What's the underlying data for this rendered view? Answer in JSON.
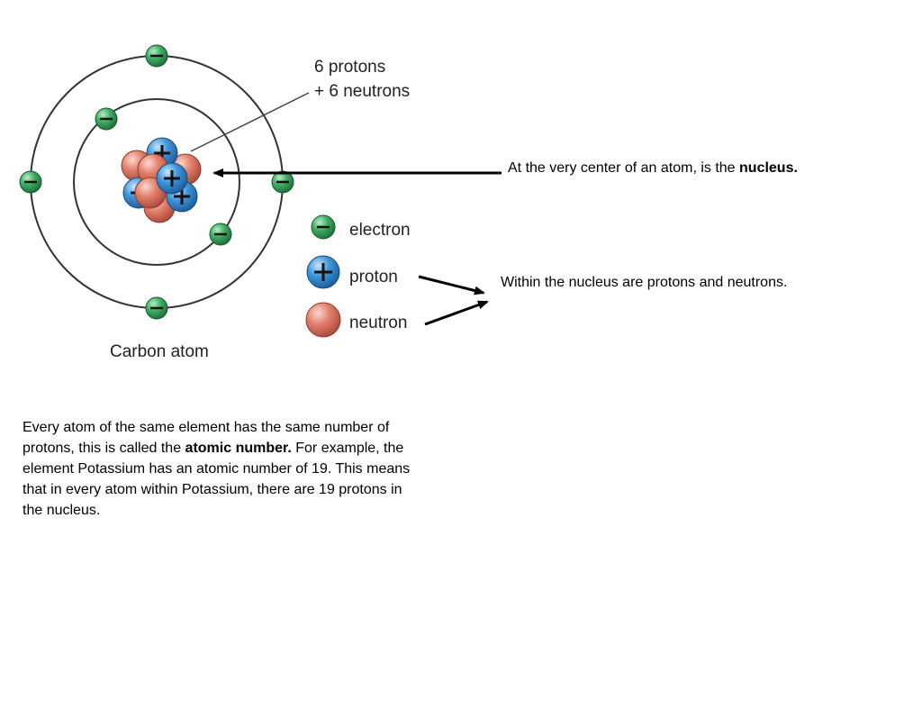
{
  "diagram": {
    "nucleus_label_line1": "6 protons",
    "nucleus_label_line2": "+ 6 neutrons",
    "caption": "Carbon atom",
    "legend": {
      "electron": "electron",
      "proton": "proton",
      "neutron": "neutron"
    },
    "colors": {
      "electron": "#3aa05a",
      "proton": "#3b8fd4",
      "neutron": "#e07a68",
      "orbit": "#333333"
    }
  },
  "notes": {
    "nucleus_text": "At the very center of an atom, is the ",
    "nucleus_bold": "nucleus.",
    "within_text": "Within the nucleus are protons and neutrons.",
    "atomic_part1": "Every atom of the same element has the same number of protons, this is called the ",
    "atomic_bold": "atomic number.",
    "atomic_part2": " For example, the element Potassium has an atomic number of 19. This means that in every atom within Potassium, there are 19 protons in the nucleus."
  }
}
